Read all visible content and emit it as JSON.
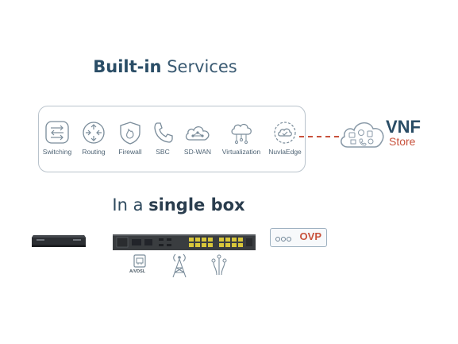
{
  "heading_top": {
    "bold": "Built-in",
    "rest": " Services"
  },
  "services": [
    {
      "label": "Switching",
      "icon": "switching-icon"
    },
    {
      "label": "Routing",
      "icon": "routing-icon"
    },
    {
      "label": "Firewall",
      "icon": "firewall-icon"
    },
    {
      "label": "SBC",
      "icon": "phone-icon"
    },
    {
      "label": "SD-WAN",
      "icon": "sdwan-cloud-icon"
    },
    {
      "label": "Virtualization",
      "icon": "virtualization-icon"
    },
    {
      "label": "NuvlaEdge",
      "icon": "nuvlaedge-icon"
    }
  ],
  "vnf_store": {
    "title": "VNF",
    "subtitle": "Store"
  },
  "heading_bottom": {
    "lead": "In a ",
    "bold": "single box"
  },
  "hardware": {
    "ovp_label": "OVP",
    "avdsl_label": "A/VDSL"
  },
  "colors": {
    "accent": "#c8523c",
    "navy": "#2a4d66",
    "border": "#b9c3cc"
  }
}
